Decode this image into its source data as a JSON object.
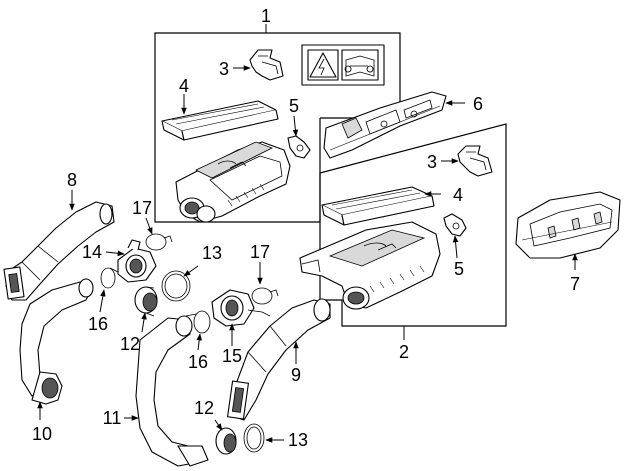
{
  "callouts": {
    "c1": "1",
    "c2": "2",
    "c3a": "3",
    "c3b": "3",
    "c4a": "4",
    "c4b": "4",
    "c5a": "5",
    "c5b": "5",
    "c6": "6",
    "c7": "7",
    "c8": "8",
    "c9": "9",
    "c10": "10",
    "c11": "11",
    "c12a": "12",
    "c12b": "12",
    "c13a": "13",
    "c13b": "13",
    "c14": "14",
    "c15": "15",
    "c16a": "16",
    "c16b": "16",
    "c17a": "17",
    "c17b": "17"
  },
  "icons": [
    "warning-electric-shock-icon",
    "read-manual-wrench-icon"
  ],
  "colors": {
    "line": "#000000",
    "background": "#ffffff"
  }
}
